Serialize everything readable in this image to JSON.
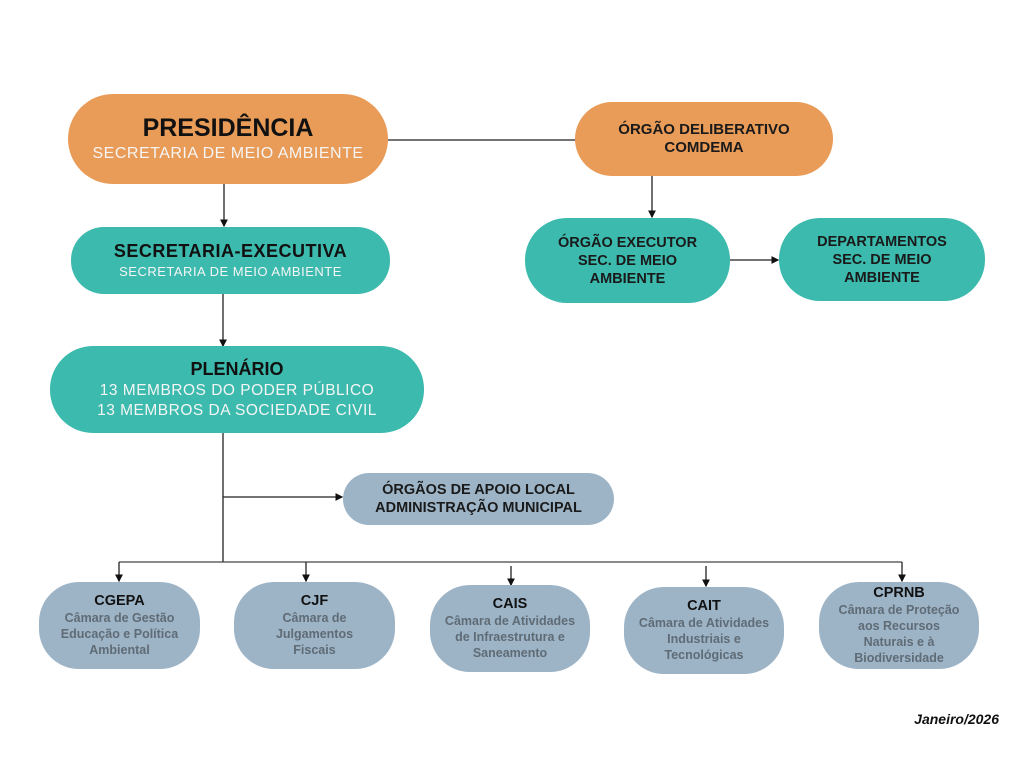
{
  "presidencia": {
    "title": "PRESIDÊNCIA",
    "subtitle": "SECRETARIA DE MEIO AMBIENTE"
  },
  "deliberativo": {
    "line1": "ÓRGÃO DELIBERATIVO",
    "line2": "COMDEMA"
  },
  "executor": {
    "line1": "ÓRGÃO EXECUTOR",
    "line2": "SEC. DE MEIO",
    "line3": "AMBIENTE"
  },
  "departamentos": {
    "line1": "DEPARTAMENTOS",
    "line2": "SEC. DE MEIO",
    "line3": "AMBIENTE"
  },
  "secretaria_executiva": {
    "title": "SECRETARIA-EXECUTIVA",
    "subtitle": "SECRETARIA DE MEIO AMBIENTE"
  },
  "plenario": {
    "title": "PLENÁRIO",
    "line1": "13 MEMBROS DO PODER PÚBLICO",
    "line2": "13 MEMBROS DA SOCIEDADE CIVIL"
  },
  "apoio_local": {
    "line1": "ÓRGÃOS DE APOIO LOCAL",
    "line2": "ADMINISTRAÇÃO MUNICIPAL"
  },
  "camaras": [
    {
      "acronym": "CGEPA",
      "lines": [
        "Câmara de Gestão",
        "Educação e Política",
        "Ambiental"
      ]
    },
    {
      "acronym": "CJF",
      "lines": [
        "Câmara de",
        "Julgamentos",
        "Fiscais"
      ]
    },
    {
      "acronym": "CAIS",
      "lines": [
        "Câmara de Atividades",
        "de Infraestrutura e",
        "Saneamento"
      ]
    },
    {
      "acronym": "CAIT",
      "lines": [
        "Câmara de Atividades",
        "Industriais e",
        "Tecnológicas"
      ]
    },
    {
      "acronym": "CPRNB",
      "lines": [
        "Câmara de Proteção",
        "aos Recursos",
        "Naturais e à",
        "Biodiversidade"
      ]
    }
  ],
  "footer": {
    "date": "Janeiro/2026"
  },
  "colors": {
    "orange": "#e99b58",
    "teal": "#3bbaad",
    "grey": "#9db4c7"
  }
}
